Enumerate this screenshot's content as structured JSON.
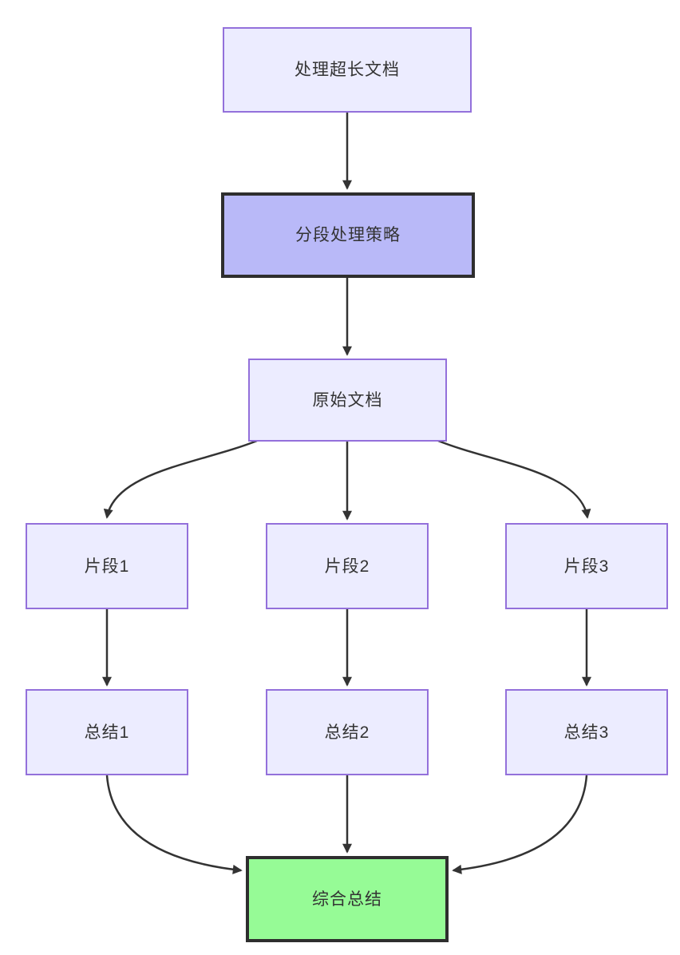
{
  "diagram": {
    "type": "flowchart",
    "direction": "top-down",
    "nodes": [
      {
        "id": "A",
        "label": "处理超长文档",
        "style": "default"
      },
      {
        "id": "B",
        "label": "分段处理策略",
        "style": "highlight"
      },
      {
        "id": "C",
        "label": "原始文档",
        "style": "default"
      },
      {
        "id": "D",
        "label": "片段1",
        "style": "default"
      },
      {
        "id": "E",
        "label": "片段2",
        "style": "default"
      },
      {
        "id": "F",
        "label": "片段3",
        "style": "default"
      },
      {
        "id": "G",
        "label": "总结1",
        "style": "default"
      },
      {
        "id": "H",
        "label": "总结2",
        "style": "default"
      },
      {
        "id": "I",
        "label": "总结3",
        "style": "default"
      },
      {
        "id": "J",
        "label": "综合总结",
        "style": "success"
      }
    ],
    "edges": [
      {
        "from": "处理超长文档",
        "to": "分段处理策略"
      },
      {
        "from": "分段处理策略",
        "to": "原始文档"
      },
      {
        "from": "原始文档",
        "to": "片段1"
      },
      {
        "from": "原始文档",
        "to": "片段2"
      },
      {
        "from": "原始文档",
        "to": "片段3"
      },
      {
        "from": "片段1",
        "to": "总结1"
      },
      {
        "from": "片段2",
        "to": "总结2"
      },
      {
        "from": "片段3",
        "to": "总结3"
      },
      {
        "from": "总结1",
        "to": "综合总结"
      },
      {
        "from": "总结2",
        "to": "综合总结"
      },
      {
        "from": "总结3",
        "to": "综合总结"
      }
    ],
    "colors": {
      "node_fill": "#ECECFF",
      "node_border": "#9370DB",
      "highlight_fill": "#B9B9F8",
      "highlight_border": "#2E2E2E",
      "success_fill": "#96FB96",
      "success_border": "#2E2E2E",
      "edge": "#333333",
      "text": "#333333",
      "background": "#FFFFFF"
    }
  }
}
